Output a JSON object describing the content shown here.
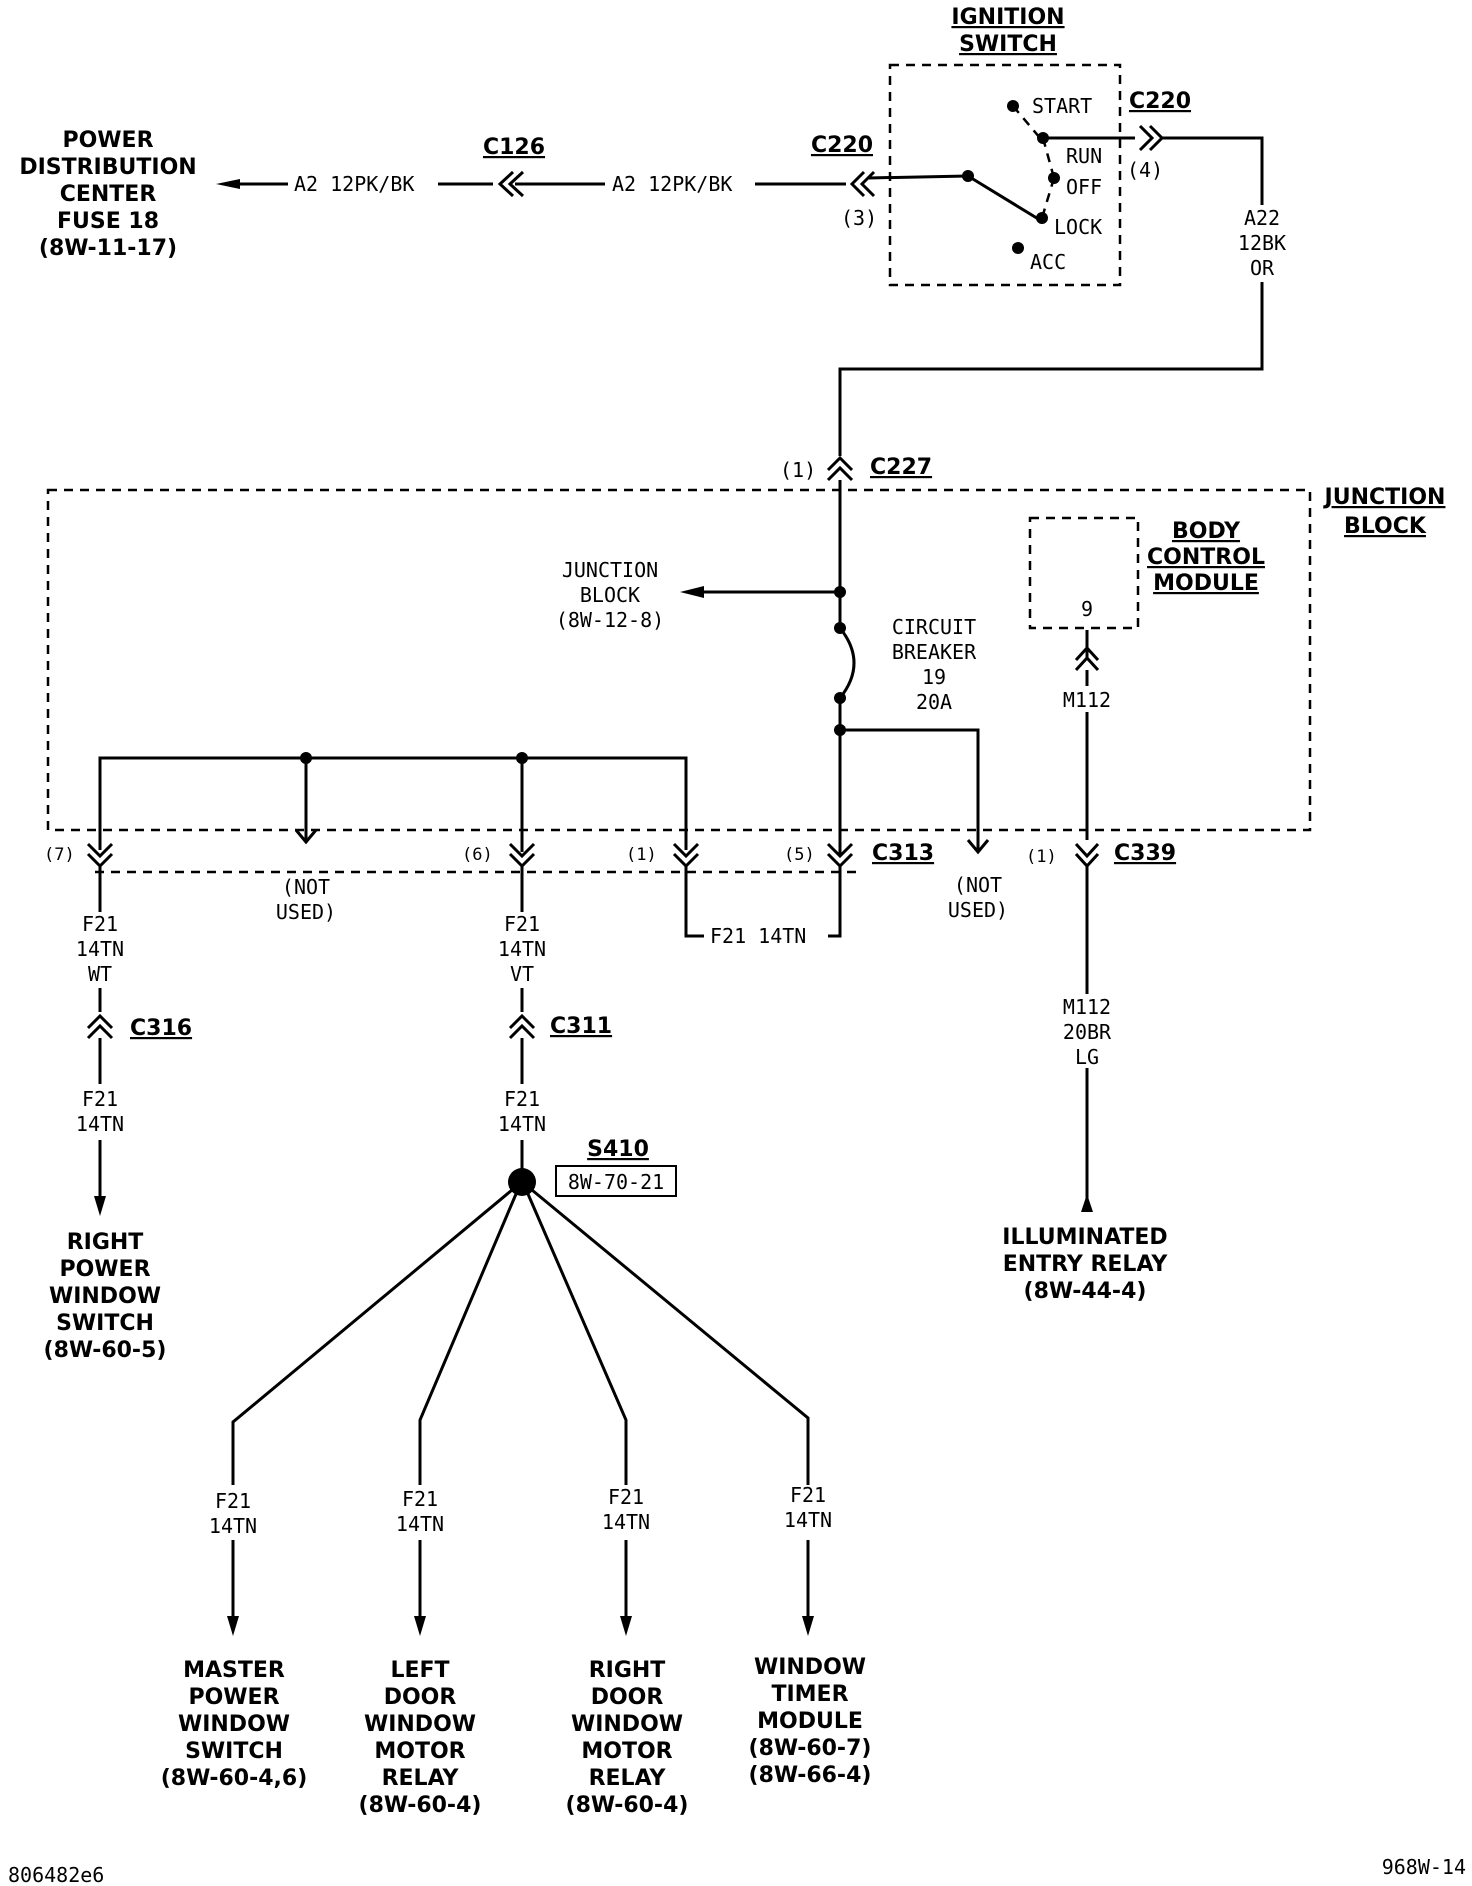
{
  "ignition": {
    "title1": "IGNITION",
    "title2": "SWITCH",
    "start": "START",
    "run": "RUN",
    "off": "OFF",
    "lock": "LOCK",
    "acc": "ACC"
  },
  "pdc": {
    "l1": "POWER",
    "l2": "DISTRIBUTION",
    "l3": "CENTER",
    "l4": "FUSE 18",
    "l5": "(8W-11-17)"
  },
  "wire_a2a": "A2  12PK/BK",
  "wire_a2b": "A2  12PK/BK",
  "c126": "C126",
  "c220a": "C220",
  "c220a_pin": "(3)",
  "c220b": "C220",
  "c220b_pin": "(4)",
  "a22": {
    "l1": "A22",
    "l2": "12BK",
    "l3": "OR"
  },
  "c227": "C227",
  "c227_pin": "(1)",
  "jb": {
    "l1": "JUNCTION",
    "l2": "BLOCK"
  },
  "jbref": {
    "l1": "JUNCTION",
    "l2": "BLOCK",
    "l3": "(8W-12-8)"
  },
  "bcm": {
    "l1": "BODY",
    "l2": "CONTROL",
    "l3": "MODULE",
    "pin": "9"
  },
  "cb": {
    "l1": "CIRCUIT",
    "l2": "BREAKER",
    "l3": "19",
    "l4": "20A"
  },
  "m112_top": "M112",
  "c313": "C313",
  "pins": {
    "p7": "(7)",
    "p6": "(6)",
    "p1": "(1)",
    "p5": "(5)",
    "p1b": "(1)"
  },
  "c339": "C339",
  "notused1": {
    "l1": "(NOT",
    "l2": "USED)"
  },
  "notused2": {
    "l1": "(NOT",
    "l2": "USED)"
  },
  "f21_mid": "F21  14TN",
  "wt": {
    "l1": "F21",
    "l2": "14TN",
    "l3": "WT"
  },
  "vt": {
    "l1": "F21",
    "l2": "14TN",
    "l3": "VT"
  },
  "c316": "C316",
  "c311": "C311",
  "f21a": {
    "l1": "F21",
    "l2": "14TN"
  },
  "f21b": {
    "l1": "F21",
    "l2": "14TN"
  },
  "m112_low": {
    "l1": "M112",
    "l2": "20BR",
    "l3": "LG"
  },
  "s410": "S410",
  "s410ref": "8W-70-21",
  "rpws": {
    "l1": "RIGHT",
    "l2": "POWER",
    "l3": "WINDOW",
    "l4": "SWITCH",
    "l5": "(8W-60-5)"
  },
  "ier": {
    "l1": "ILLUMINATED",
    "l2": "ENTRY RELAY",
    "l3": "(8W-44-4)"
  },
  "br1": {
    "l1": "F21",
    "l2": "14TN"
  },
  "br2": {
    "l1": "F21",
    "l2": "14TN"
  },
  "br3": {
    "l1": "F21",
    "l2": "14TN"
  },
  "br4": {
    "l1": "F21",
    "l2": "14TN"
  },
  "mpws": {
    "l1": "MASTER",
    "l2": "POWER",
    "l3": "WINDOW",
    "l4": "SWITCH",
    "l5": "(8W-60-4,6)"
  },
  "ldwmr": {
    "l1": "LEFT",
    "l2": "DOOR",
    "l3": "WINDOW",
    "l4": "MOTOR",
    "l5": "RELAY",
    "l6": "(8W-60-4)"
  },
  "rdwmr": {
    "l1": "RIGHT",
    "l2": "DOOR",
    "l3": "WINDOW",
    "l4": "MOTOR",
    "l5": "RELAY",
    "l6": "(8W-60-4)"
  },
  "wtm": {
    "l1": "WINDOW",
    "l2": "TIMER",
    "l3": "MODULE",
    "l4": "(8W-60-7)",
    "l5": "(8W-66-4)"
  },
  "footer": {
    "left": "806482e6",
    "right": "968W-14"
  }
}
